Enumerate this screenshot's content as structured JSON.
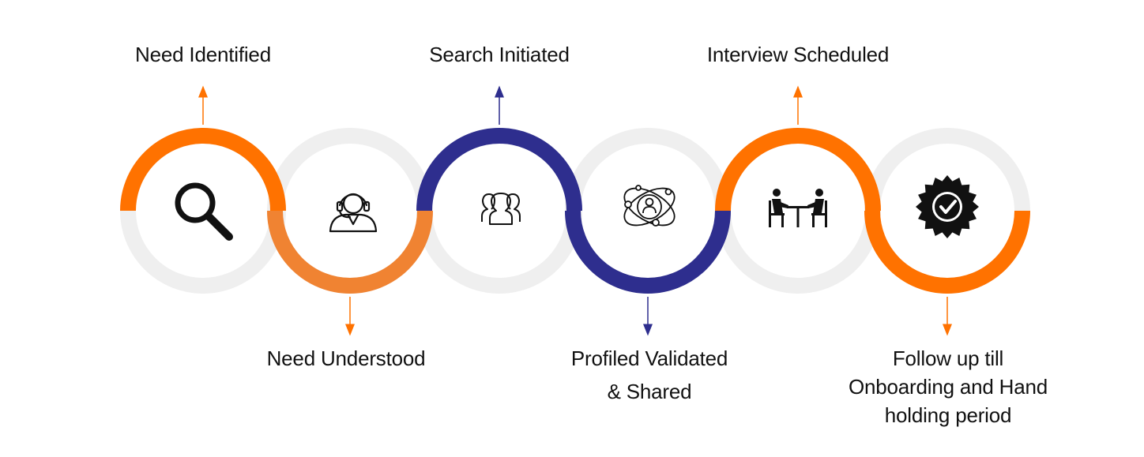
{
  "colors": {
    "orange": "#FF7200",
    "light_orange": "#F08332",
    "navy": "#2E2E8E",
    "ring_gray": "#EFEFEF",
    "icon": "#111111"
  },
  "steps": [
    {
      "label_lines": [
        "Need Identified"
      ],
      "icon": "magnifier-icon",
      "arc_color": "orange",
      "arc_position": "top"
    },
    {
      "label_lines": [
        "Need Understood"
      ],
      "icon": "headset-agent-icon",
      "arc_color": "light_orange",
      "arc_position": "bottom"
    },
    {
      "label_lines": [
        "Search Initiated"
      ],
      "icon": "people-group-icon",
      "arc_color": "navy",
      "arc_position": "top"
    },
    {
      "label_lines": [
        "Profiled Validated",
        "& Shared"
      ],
      "icon": "network-profile-icon",
      "arc_color": "navy",
      "arc_position": "bottom"
    },
    {
      "label_lines": [
        "Interview Scheduled"
      ],
      "icon": "interview-table-icon",
      "arc_color": "orange",
      "arc_position": "top"
    },
    {
      "label_lines": [
        "Follow up till",
        "Onboarding and Hand",
        "holding period"
      ],
      "icon": "verified-badge-icon",
      "arc_color": "orange",
      "arc_position": "bottom"
    }
  ]
}
